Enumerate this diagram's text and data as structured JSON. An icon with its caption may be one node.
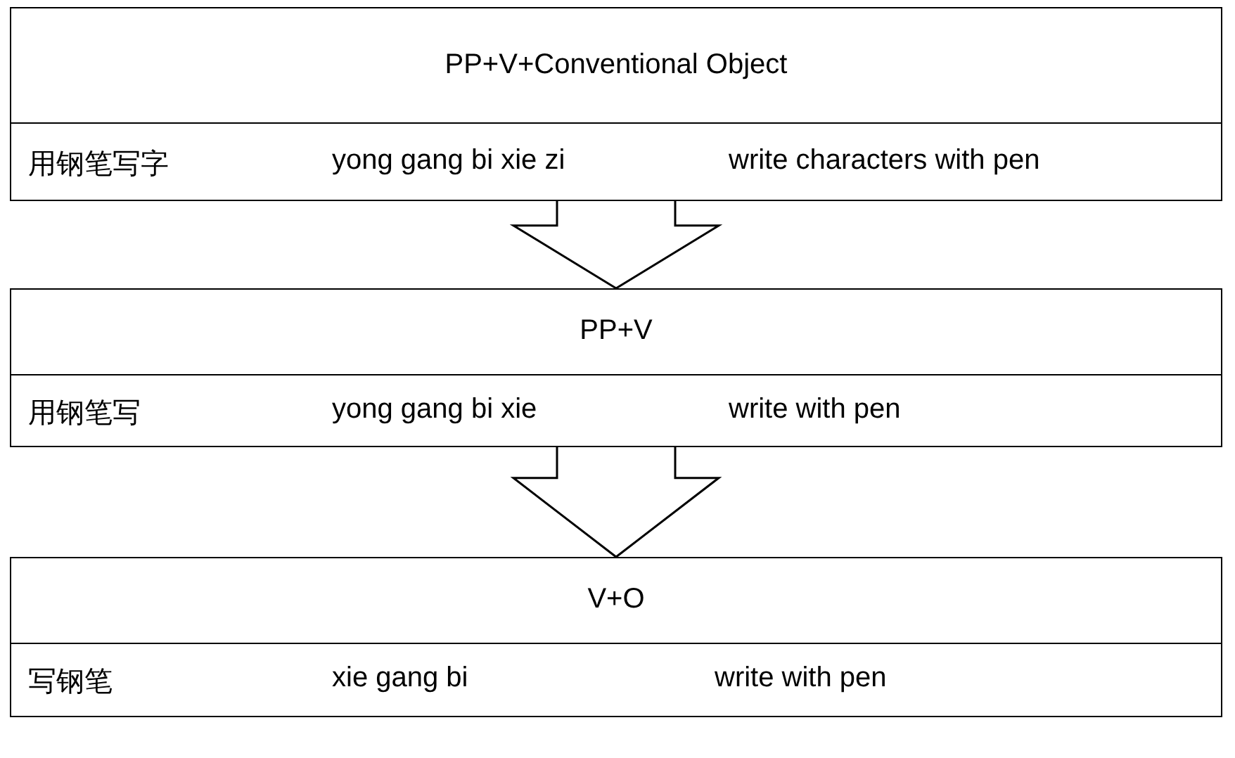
{
  "diagram": {
    "nodes": [
      {
        "text": [
          "PP+V+Conventional Object",
          "用钢笔写字",
          "yong gang bi xie zi",
          "write characters with pen"
        ]
      },
      {
        "text": [
          "PP+V",
          "用钢笔写",
          "yong gang bi xie",
          "write with pen"
        ]
      },
      {
        "text": [
          "V+O",
          "写钢笔",
          "xie gang bi",
          "write with pen"
        ]
      }
    ],
    "edges": [
      {
        "from": 0,
        "to": 1,
        "arrow": "to"
      },
      {
        "from": 1,
        "to": 2,
        "arrow": "to"
      }
    ]
  }
}
